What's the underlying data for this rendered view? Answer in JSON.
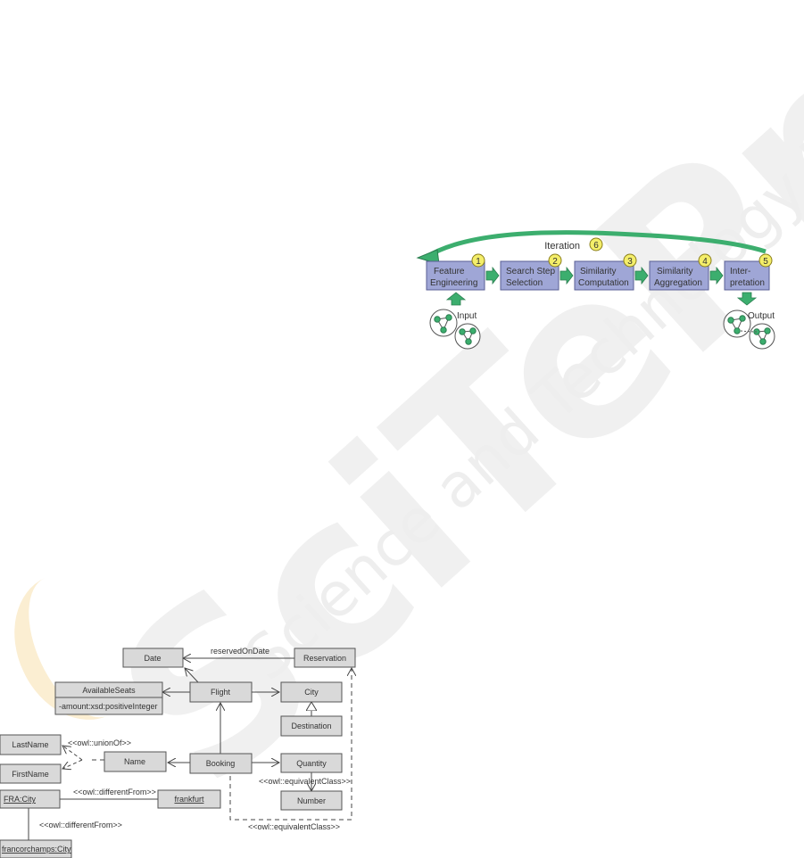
{
  "watermark": {
    "main": "SciTePress",
    "sub": "Science and Technology Publications"
  },
  "process": {
    "iteration": {
      "label": "Iteration",
      "number": "6"
    },
    "steps": [
      {
        "line1": "Feature",
        "line2": "Engineering",
        "number": "1"
      },
      {
        "line1": "Search Step",
        "line2": "Selection",
        "number": "2"
      },
      {
        "line1": "Similarity",
        "line2": "Computation",
        "number": "3"
      },
      {
        "line1": "Similarity",
        "line2": "Aggregation",
        "number": "4"
      },
      {
        "line1": "Inter-",
        "line2": "pretation",
        "number": "5"
      }
    ],
    "input_label": "Input",
    "output_label": "Output"
  },
  "uml": {
    "classes": {
      "date": "Date",
      "reservation": "Reservation",
      "available_seats": "AvailableSeats",
      "available_seats_attr": "-amount:xsd:positiveInteger",
      "flight": "Flight",
      "city": "City",
      "destination": "Destination",
      "lastname": "LastName",
      "firstname": "FirstName",
      "name": "Name",
      "booking": "Booking",
      "quantity": "Quantity",
      "number": "Number",
      "fra_city": "FRA:City",
      "frankfurt": "frankfurt",
      "francorchamps": "francorchamps:City"
    },
    "relations": {
      "reserved_on_date": "reservedOnDate",
      "union_of": "<<owl::unionOf>>",
      "equivalent_class_1": "<<owl::equivalentClass>>",
      "equivalent_class_2": "<<owl::equivalentClass>>",
      "different_from_1": "<<owl::differentFrom>>",
      "different_from_2": "<<owl::differentFrom>>"
    }
  },
  "colors": {
    "step_fill": "#9fa6d6",
    "step_border": "#5a5f94",
    "arrow_green": "#3cae6e",
    "badge_yellow": "#f4ee6a",
    "uml_fill": "#d9d9d9",
    "uml_border": "#555555"
  }
}
